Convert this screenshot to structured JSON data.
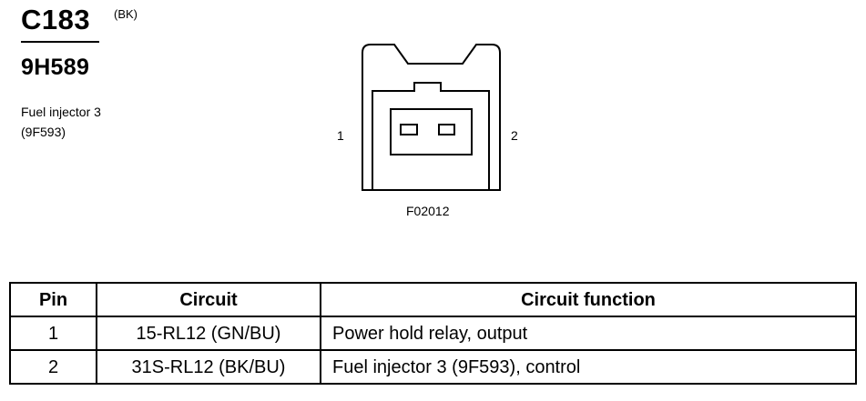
{
  "header": {
    "connector_id": "C183",
    "color_code": "(BK)",
    "part_number": "9H589",
    "description_lines": [
      "Fuel injector 3",
      "(9F593)"
    ]
  },
  "figure": {
    "pin_labels": [
      "1",
      "2"
    ],
    "code": "F02012"
  },
  "table": {
    "headers": [
      "Pin",
      "Circuit",
      "Circuit function"
    ],
    "rows": [
      {
        "pin": "1",
        "circuit": "15-RL12 (GN/BU)",
        "function": "Power hold relay, output"
      },
      {
        "pin": "2",
        "circuit": "31S-RL12 (BK/BU)",
        "function": "Fuel injector 3 (9F593), control"
      }
    ]
  }
}
